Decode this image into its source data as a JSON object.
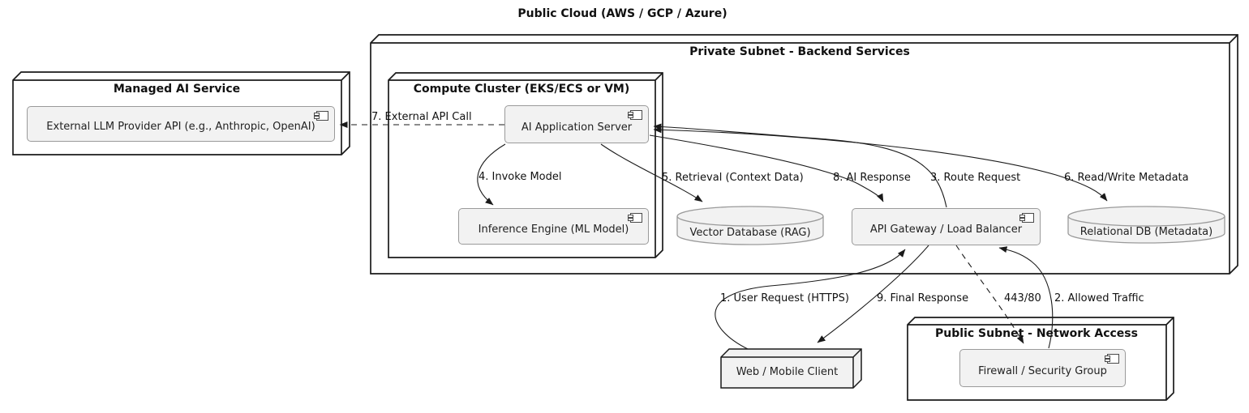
{
  "title": "Public Cloud (AWS / GCP / Azure)",
  "nodes": {
    "private_subnet": {
      "title": "Private Subnet - Backend Services"
    },
    "managed_ai": {
      "title": "Managed AI Service"
    },
    "compute_cluster": {
      "title": "Compute Cluster (EKS/ECS or VM)"
    },
    "public_subnet": {
      "title": "Public Subnet - Network Access"
    },
    "web_client": {
      "title": "Web / Mobile Client"
    }
  },
  "components": {
    "llm_api": {
      "label": "External LLM Provider API (e.g., Anthropic, OpenAI)"
    },
    "app_server": {
      "label": "AI Application Server"
    },
    "inference_engine": {
      "label": "Inference Engine (ML Model)"
    },
    "api_gateway": {
      "label": "API Gateway / Load Balancer"
    },
    "firewall": {
      "label": "Firewall / Security Group"
    }
  },
  "databases": {
    "vector_db": {
      "label": "Vector Database (RAG)"
    },
    "relational_db": {
      "label": "Relational DB (Metadata)"
    }
  },
  "edges": {
    "e1": {
      "label": "1. User Request (HTTPS)",
      "from": "Web / Mobile Client",
      "to": "API Gateway / Load Balancer",
      "style": "solid",
      "direction": "one-way"
    },
    "e2": {
      "label": "2. Allowed Traffic",
      "from": "Firewall / Security Group",
      "to": "API Gateway / Load Balancer",
      "style": "solid",
      "direction": "one-way"
    },
    "e3": {
      "label": "3. Route Request",
      "from": "API Gateway / Load Balancer",
      "to": "AI Application Server",
      "style": "solid",
      "direction": "one-way"
    },
    "e4": {
      "label": "4. Invoke Model",
      "from": "AI Application Server",
      "to": "Inference Engine (ML Model)",
      "style": "solid",
      "direction": "one-way"
    },
    "e5": {
      "label": "5. Retrieval (Context Data)",
      "from": "AI Application Server",
      "to": "Vector Database (RAG)",
      "style": "solid",
      "direction": "one-way"
    },
    "e6": {
      "label": "6. Read/Write Metadata",
      "from": "AI Application Server",
      "to": "Relational DB (Metadata)",
      "style": "solid",
      "direction": "two-way"
    },
    "e7": {
      "label": "7. External API Call",
      "from": "AI Application Server",
      "to": "External LLM Provider API",
      "style": "dashed",
      "direction": "one-way"
    },
    "e8": {
      "label": "8. AI Response",
      "from": "AI Application Server",
      "to": "API Gateway / Load Balancer",
      "style": "solid",
      "direction": "one-way"
    },
    "e9": {
      "label": "9. Final Response",
      "from": "API Gateway / Load Balancer",
      "to": "Web / Mobile Client",
      "style": "solid",
      "direction": "one-way"
    },
    "e443": {
      "label": "443/80",
      "from": "API Gateway / Load Balancer",
      "to": "Firewall / Security Group",
      "style": "dashed",
      "direction": "one-way"
    }
  },
  "colors": {
    "background": "#ffffff",
    "node_border": "#1a1a1a",
    "node_fill": "#ffffff",
    "small_node_fill": "#f2f2f2",
    "component_fill": "#f2f2f2",
    "component_border": "#9a9a9a",
    "arrow": "#1a1a1a",
    "text": "#111111"
  }
}
